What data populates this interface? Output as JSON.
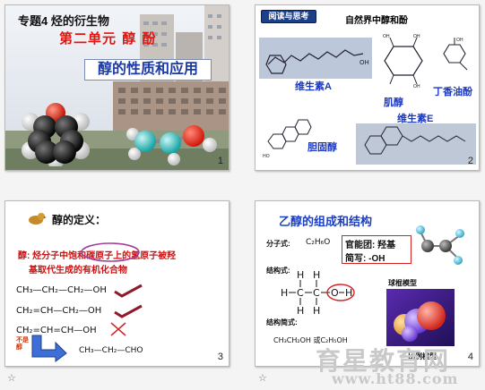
{
  "slide1": {
    "topic": "专题4 烃的衍生物",
    "unit": "第二单元  醇  酚",
    "subtitle": "醇的性质和应用",
    "number": "1"
  },
  "slide2": {
    "badge": "阅读与思考",
    "heading": "自然界中醇和酚",
    "label_vitamin_a": "维生素A",
    "label_inositol": "肌醇",
    "label_eugenol": "丁香油酚",
    "label_vitamin_e": "维生素E",
    "label_cholesterol": "胆固醇",
    "number": "2"
  },
  "slide3": {
    "title": "醇的定义：",
    "def_lead": "醇:",
    "def_line1": "烃分子中饱和碳原子上的氢原子被羟",
    "def_line2": "基取代生成的有机化合物",
    "formula1": "CH₃—CH₂—CH₂—OH",
    "formula2": "CH₂=CH—CH₂—OH",
    "formula3": "CH₂=CH=CH—OH",
    "formula4": "CH₃—CH₂—CHO",
    "side_note": "不是醇",
    "number": "3"
  },
  "slide4": {
    "title": "乙醇的组成和结构",
    "mol_label": "分子式:",
    "mol_formula": "C₂H₆O",
    "func_group": "官能团: 羟基",
    "func_write": "简写: -OH",
    "struct_label": "结构式:",
    "ballstick_label": "球棍模型",
    "simple_label": "结构简式:",
    "simple_formula": "CH₃CH₂OH 或C₂H₅OH",
    "spacefill_label": "比例模型",
    "number": "4"
  },
  "watermark": {
    "text": "育星教育网",
    "url": "www.ht88.com"
  }
}
